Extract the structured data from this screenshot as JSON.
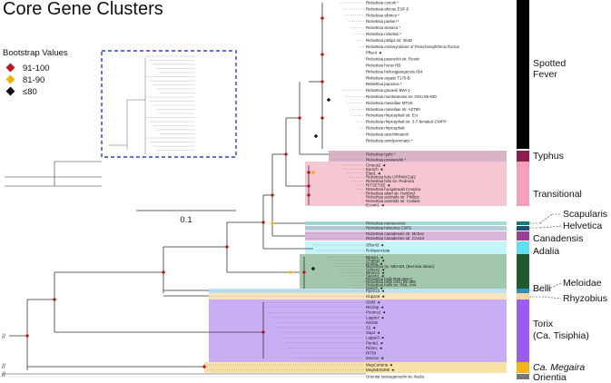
{
  "title": "Core Gene Clusters",
  "bootstrap": {
    "title": "Bootstrap Values",
    "items": [
      {
        "label": "91-100",
        "color": "#c0141c"
      },
      {
        "label": "81-90",
        "color": "#f0b400"
      },
      {
        "label": "≤80",
        "color": "#111111"
      }
    ]
  },
  "scale_bar": {
    "label": "0.1"
  },
  "colors": {
    "spotted_fever": "#000000",
    "typhus": "#8b1d4e",
    "transitional": "#f6c7d2",
    "transitional_bar": "#f4a0b8",
    "scapularis": "#1a7a6e",
    "helvetica": "#1f4e79",
    "canadensis": "#9b3f9b",
    "adalia": "#5fe0f0",
    "belli": "#1e5a32",
    "meloidae": "#2f8fc0",
    "rhyzobius": "#f3d7a0",
    "torix": "#9b5cf0",
    "megaira": "#f2b21a",
    "orientia": "#777777",
    "inset_box": "#2a3fd6"
  },
  "clades": [
    {
      "name": "Spotted\nFever"
    },
    {
      "name": "Typhus"
    },
    {
      "name": "Transitional"
    },
    {
      "name": "Scapularis"
    },
    {
      "name": "Helvetica"
    },
    {
      "name": "Canadensis"
    },
    {
      "name": "Adalia"
    },
    {
      "name": "Belli"
    },
    {
      "name": "Meloidae"
    },
    {
      "name": "Rhyzobius"
    },
    {
      "name": "Torix"
    },
    {
      "name": "(Ca. Tisiphia)"
    },
    {
      "name": "Ca. Megaira"
    },
    {
      "name": "Orientia"
    }
  ],
  "tips": {
    "spotted_fever": [
      "Rickettsia conorii *",
      "Rickettsia africae ESF-5",
      "Rickettsia sibirica *",
      "Rickettsia parkeri *",
      "Rickettsia slovaca *",
      "Rickettsia rickettsii *",
      "Rickettsia philipii str. 364D",
      "Rickettsia endosymbiont of Proechinophthirus fluctus",
      "Pflac4 ◄",
      "Rickettsia peacockii str. Rustic",
      "Rickettsia honei RB",
      "Rickettsia heilongjiangensis 054",
      "Rickettsia argasii T170-B",
      "Rickettsia japonica *",
      "Rickettsia gravesii BWI-1",
      "Rickettsia montanensis str. OSU 85-930",
      "Rickettsia massiliae MTU5",
      "Rickettsia massiliae str. AZT80",
      "Rickettsia rhipicephali str. Ect",
      "Rickettsia rhipicephali str. 3-7-female6-CWPP",
      "Rickettsia rhipicephali",
      "Rickettsia aeschlimannii",
      "Rickettsia amblyommatis *"
    ],
    "typhus": [
      "Rickettsia typhi *",
      "Rickettsia prowazekii *"
    ],
    "transitional": [
      "Cmeus2 ◄",
      "Earsch ◄",
      "Elati1 ◄",
      "Rickettsia felis URRWXCal2",
      "Rickettsia felis str. Pedreira",
      "RITSETSE ◄",
      "Rickettsia hoogstraalii Croatica",
      "Rickettsia akari str. Hartford",
      "Rickettsia australis str. Phillips",
      "Rickettsia australis str. Cutlack",
      "Ecorin1 ◄"
    ],
    "scapularis": [
      "Rickettsia monacensis"
    ],
    "helvetica": [
      "Rickettsia helvetica C9P9"
    ],
    "canadensis": [
      "Rickettsia canadensis str. McKiel",
      "Rickettsia canadensis str. CA410"
    ],
    "adalia": [
      "Oflor43 ◄",
      "RAbipunctata"
    ],
    "belli": [
      "Btapp1 ◄",
      "Chong2 ◄",
      "Drufa1 ◄",
      "Rickettsia sp. MEAM1 (Bemisia tabaci)",
      "Gdoso1 ◄",
      "Btrans1 ◄",
      "Sanch1 ◄",
      "Rickettsia bellii RML369-C",
      "Rickettsia bellii OSU 85-389",
      "Rickettsia bellii str. RML An4",
      "Dalsch ◄"
    ],
    "meloidae": [
      "Pperi13 ◄"
    ],
    "rhyzobius": [
      "Oopac6 ◄"
    ],
    "torix": [
      "Gbif3 ◄",
      "RiCimp ◄",
      "Pnomo2 ◄",
      "Lappe4 ◄",
      "RiDNE",
      "S2 ◄",
      "Sap4 ◄",
      "Lappe3 ◄",
      "Panle1 ◄",
      "RiClec ◄",
      "RiTBt",
      "Mocmn ◄"
    ],
    "megaira": [
      "MegCarteria ◄",
      "MegNEIS296 ◄"
    ],
    "orientia": [
      "Orientia tsutsugamushi str. Ikeda"
    ]
  }
}
